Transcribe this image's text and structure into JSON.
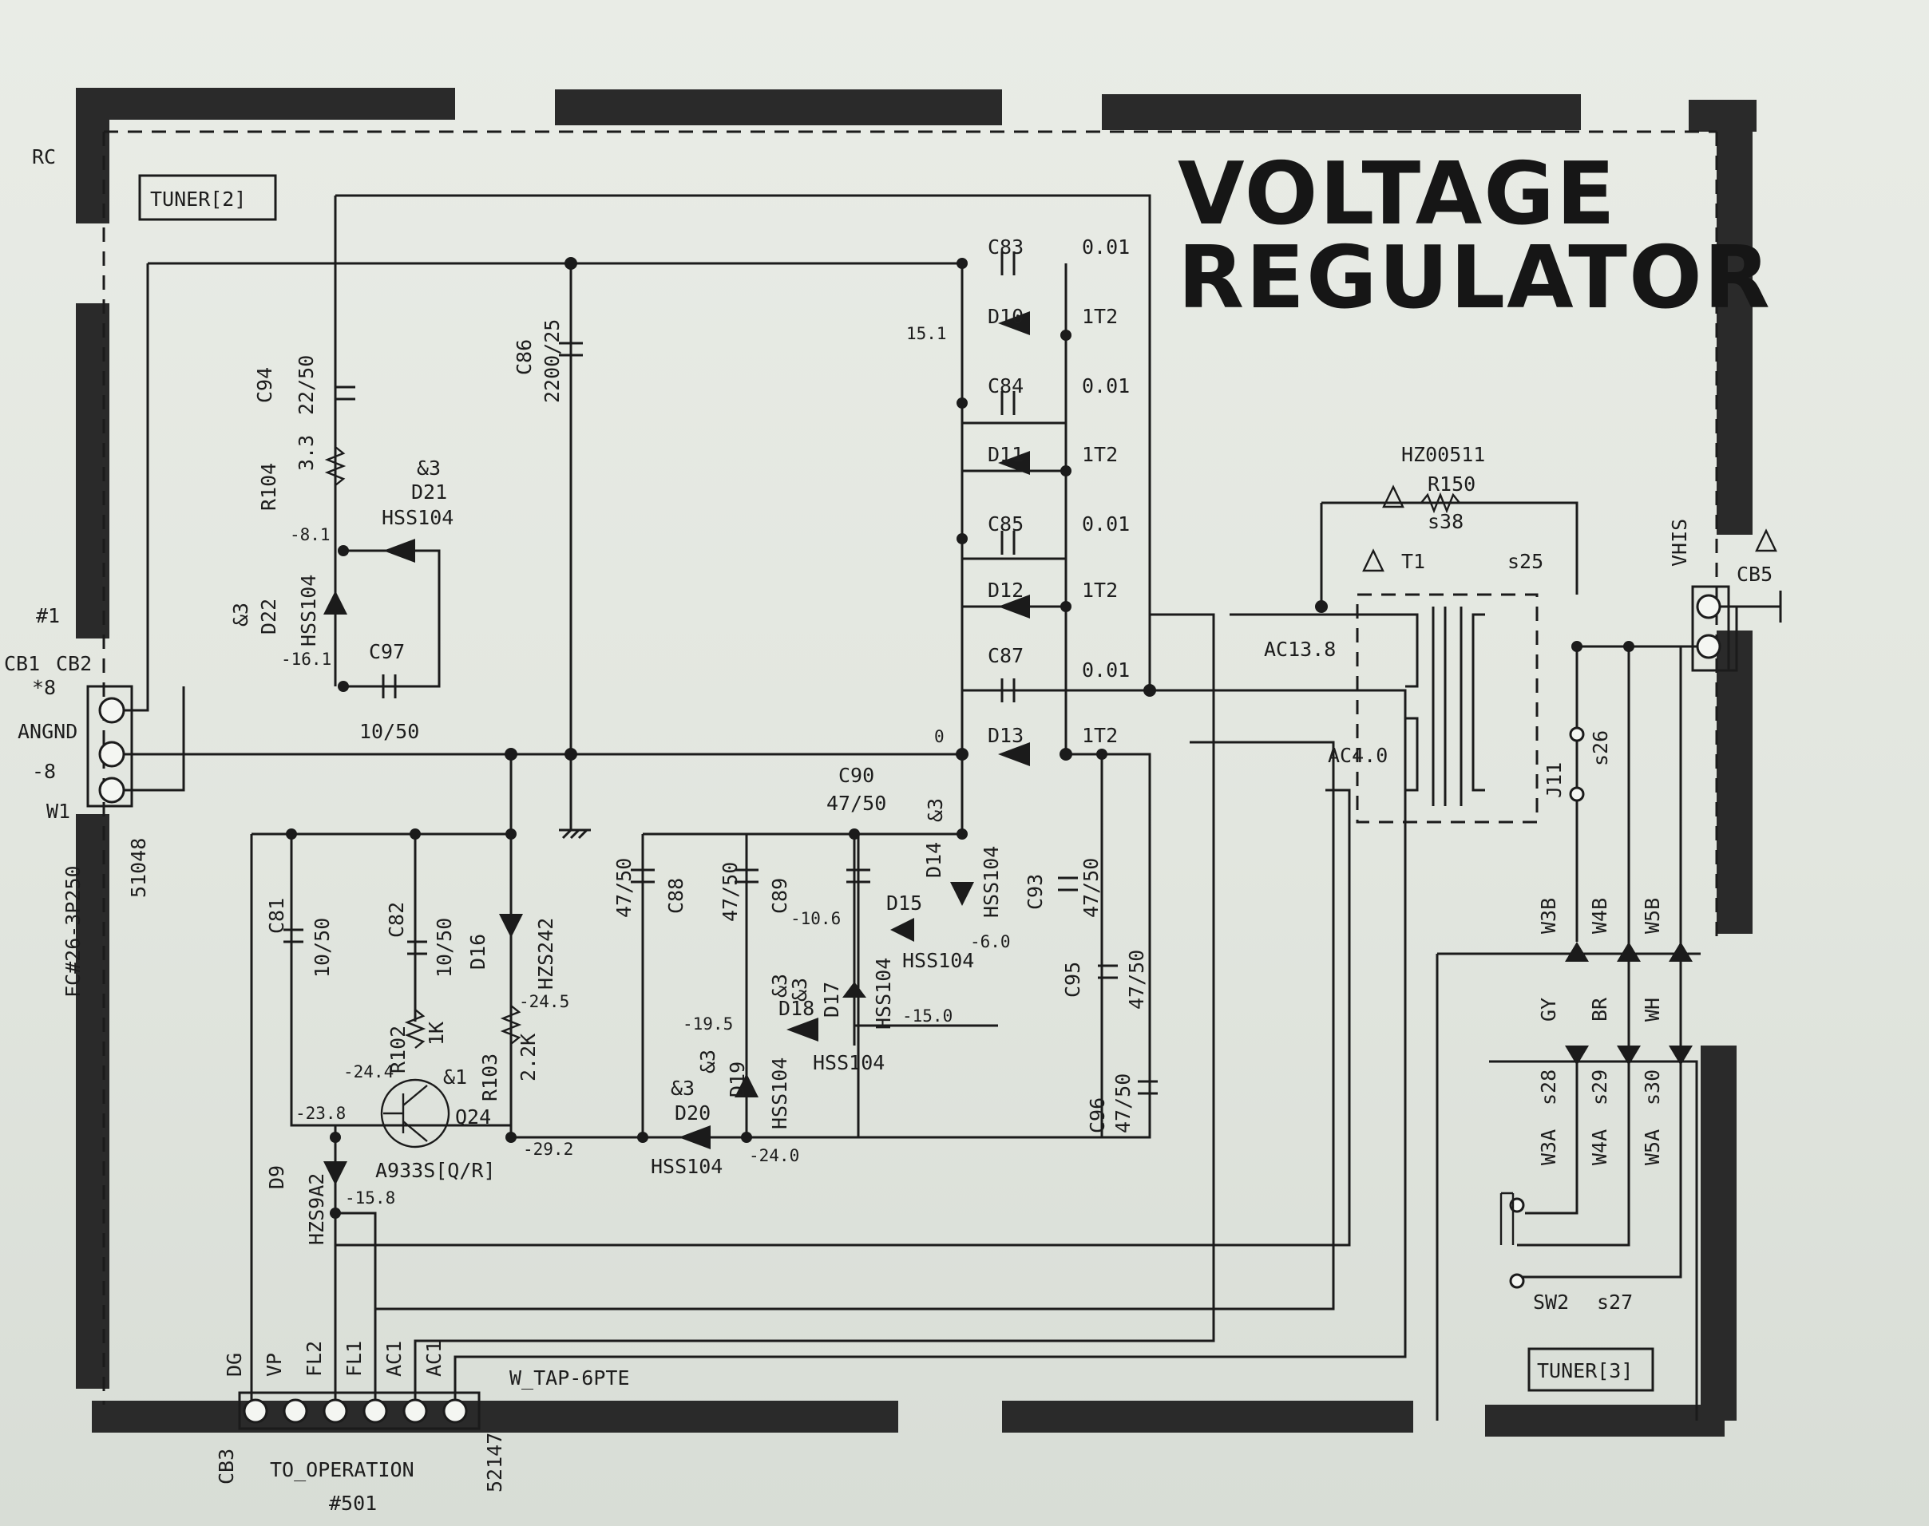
{
  "title": {
    "line1": "VOLTAGE",
    "line2": "REGULATOR"
  },
  "blocks": {
    "tuner2": "TUNER[2]",
    "tuner3": "TUNER[3]"
  },
  "connectors": {
    "left": {
      "ref_a": "CB1",
      "ref_b": "CB2",
      "count": "*8",
      "pins": [
        "ANGND",
        "-8"
      ],
      "w": "W1",
      "part": "FC#26-3P250",
      "code": "51048"
    },
    "bottom": {
      "ref": "CB3",
      "pins": [
        "DG",
        "VP",
        "FL2",
        "FL1",
        "AC1",
        "AC1"
      ],
      "wire": "W_TAP-6PTE",
      "label": "TO_OPERATION",
      "num": "#501",
      "code": "52147"
    },
    "right": {
      "ref": "CB5",
      "label": "VHIS"
    }
  },
  "capacitors": [
    {
      "ref": "C83",
      "value": "0.01"
    },
    {
      "ref": "C84",
      "value": "0.01"
    },
    {
      "ref": "C85",
      "value": "0.01"
    },
    {
      "ref": "C87",
      "value": "0.01"
    },
    {
      "ref": "C86",
      "value": "2200/25"
    },
    {
      "ref": "C94",
      "value": "22/50"
    },
    {
      "ref": "C97",
      "value": "10/50"
    },
    {
      "ref": "C81",
      "value": "10/50"
    },
    {
      "ref": "C82",
      "value": "10/50"
    },
    {
      "ref": "C88",
      "value": "47/50"
    },
    {
      "ref": "C89",
      "value": "47/50"
    },
    {
      "ref": "C90",
      "value": "47/50"
    },
    {
      "ref": "C93",
      "value": "47/50"
    },
    {
      "ref": "C95",
      "value": "47/50"
    },
    {
      "ref": "C96",
      "value": "47/50"
    }
  ],
  "diodes": [
    {
      "ref": "D10",
      "value": "1T2"
    },
    {
      "ref": "D11",
      "value": "1T2"
    },
    {
      "ref": "D12",
      "value": "1T2"
    },
    {
      "ref": "D13",
      "value": "1T2"
    },
    {
      "ref": "D21",
      "value": "HSS104",
      "mark": "&3"
    },
    {
      "ref": "D22",
      "value": "HSS104",
      "mark": "&3"
    },
    {
      "ref": "D14",
      "value": "HSS104",
      "mark": "&3"
    },
    {
      "ref": "D15",
      "value": "HSS104"
    },
    {
      "ref": "D17",
      "value": "HSS104",
      "mark": "&3"
    },
    {
      "ref": "D18",
      "value": "HSS104",
      "mark": "&3"
    },
    {
      "ref": "D19",
      "value": "HSS104",
      "mark": "&3"
    },
    {
      "ref": "D20",
      "value": "HSS104",
      "mark": "&3"
    },
    {
      "ref": "D16",
      "value": "HZS242"
    },
    {
      "ref": "D9",
      "value": "HZS9A2"
    }
  ],
  "resistors": [
    {
      "ref": "R104",
      "value": "3.3"
    },
    {
      "ref": "R102",
      "value": "1K"
    },
    {
      "ref": "R103",
      "value": "2.2K"
    },
    {
      "ref": "R150",
      "value": "HZ00511",
      "s": "s38"
    }
  ],
  "transistor": {
    "ref": "Q24",
    "part": "A933S[Q/R]",
    "mark": "&1"
  },
  "transformer": {
    "ref": "T1",
    "s": "s25",
    "ac1": "AC13.8",
    "ac2": "AC4.0"
  },
  "jumper": {
    "ref": "J11",
    "s": "s26"
  },
  "switch": {
    "ref": "SW2",
    "s": "s27"
  },
  "wires_top": [
    {
      "ref": "W3B",
      "color": "GY"
    },
    {
      "ref": "W4B",
      "color": "BR"
    },
    {
      "ref": "W5B",
      "color": "WH"
    }
  ],
  "wires_bottom": [
    {
      "ref": "W3A",
      "s": "s28"
    },
    {
      "ref": "W4A",
      "s": "s29"
    },
    {
      "ref": "W5A",
      "s": "s30"
    }
  ],
  "voltages": [
    "15.1",
    "-8.1",
    "-16.1",
    "0",
    "-10.6",
    "-6.0",
    "-15.0",
    "-19.5",
    "-24.5",
    "-24.4",
    "-23.8",
    "-29.2",
    "-24.0",
    "-15.8"
  ],
  "misc": {
    "corner": "RC",
    "one": "#1"
  }
}
